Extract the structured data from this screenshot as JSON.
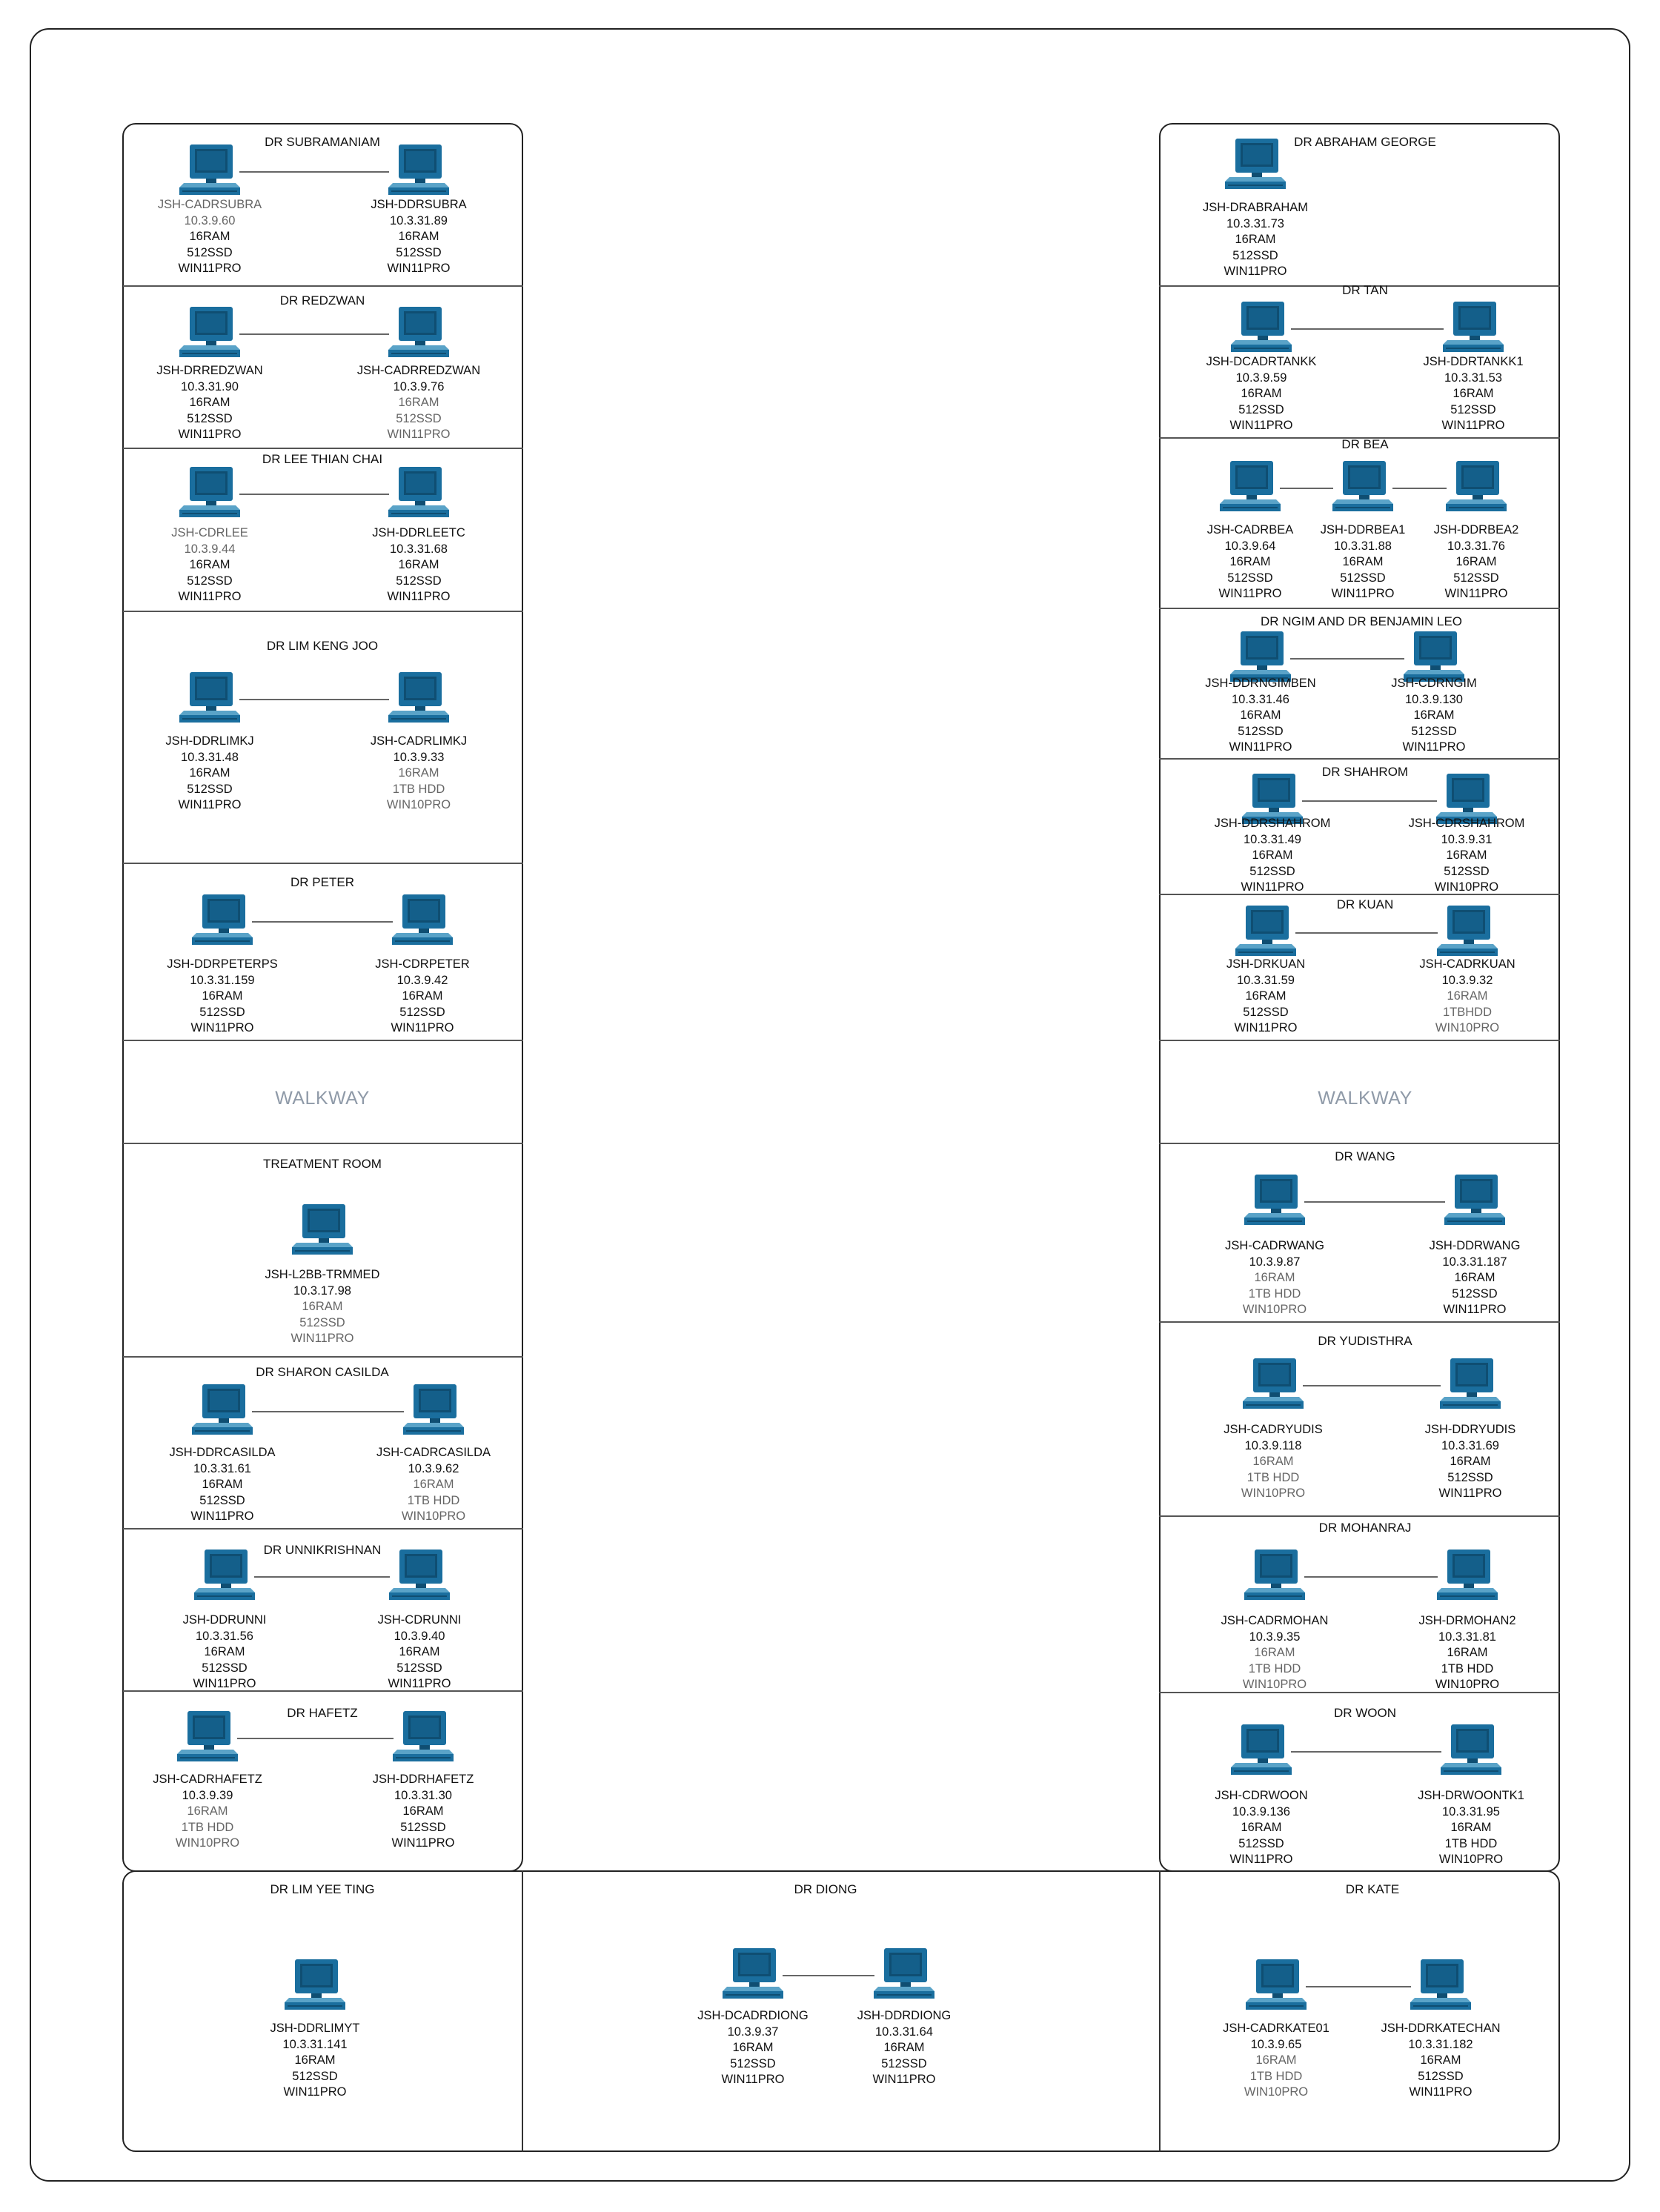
{
  "colors": {
    "pc": "#1a6e9e",
    "pc_dark": "#0f4e72",
    "pc_light": "#5aa3c8",
    "walkway": "#8f9aa8"
  },
  "icons": {
    "computer": "desktop-computer-icon"
  },
  "labels": {
    "walkway": "WALKWAY"
  },
  "rooms": [
    {
      "id": "dr-subramaniam",
      "title": "DR SUBRAMANIAM",
      "computers": [
        {
          "lines": [
            "JSH-CADRSUBRA",
            "10.3.9.60",
            "16RAM",
            "512SSD",
            "WIN11PRO"
          ],
          "gray": [
            0,
            1
          ]
        },
        {
          "lines": [
            "JSH-DDRSUBRA",
            "10.3.31.89",
            "16RAM",
            "512SSD",
            "WIN11PRO"
          ],
          "gray": []
        }
      ]
    },
    {
      "id": "dr-redzwan",
      "title": "DR REDZWAN",
      "computers": [
        {
          "lines": [
            "JSH-DRREDZWAN",
            "10.3.31.90",
            "16RAM",
            "512SSD",
            "WIN11PRO"
          ],
          "gray": []
        },
        {
          "lines": [
            "JSH-CADRREDZWAN",
            "10.3.9.76",
            "16RAM",
            "512SSD",
            "WIN11PRO"
          ],
          "gray": [
            2,
            3,
            4
          ]
        }
      ]
    },
    {
      "id": "dr-lee-thian-chai",
      "title": "DR LEE THIAN CHAI",
      "computers": [
        {
          "lines": [
            "JSH-CDRLEE",
            "10.3.9.44",
            "16RAM",
            "512SSD",
            "WIN11PRO"
          ],
          "gray": [
            0,
            1
          ]
        },
        {
          "lines": [
            "JSH-DDRLEETC",
            "10.3.31.68",
            "16RAM",
            "512SSD",
            "WIN11PRO"
          ],
          "gray": []
        }
      ]
    },
    {
      "id": "dr-lim-keng-joo",
      "title": "DR LIM KENG JOO",
      "computers": [
        {
          "lines": [
            "JSH-DDRLIMKJ",
            "10.3.31.48",
            "16RAM",
            "512SSD",
            "WIN11PRO"
          ],
          "gray": []
        },
        {
          "lines": [
            "JSH-CADRLIMKJ",
            "10.3.9.33",
            "16RAM",
            "1TB HDD",
            "WIN10PRO"
          ],
          "gray": [
            2,
            3,
            4
          ]
        }
      ]
    },
    {
      "id": "dr-peter",
      "title": "DR PETER",
      "computers": [
        {
          "lines": [
            "JSH-DDRPETERPS",
            "10.3.31.159",
            "16RAM",
            "512SSD",
            "WIN11PRO"
          ],
          "gray": []
        },
        {
          "lines": [
            "JSH-CDRPETER",
            "10.3.9.42",
            "16RAM",
            "512SSD",
            "WIN11PRO"
          ],
          "gray": []
        }
      ]
    },
    {
      "id": "treatment-room",
      "title": "TREATMENT ROOM",
      "computers": [
        {
          "lines": [
            "JSH-L2BB-TRMMED",
            "10.3.17.98",
            "16RAM",
            "512SSD",
            "WIN11PRO"
          ],
          "gray": [
            2,
            3,
            4
          ]
        }
      ]
    },
    {
      "id": "dr-sharon-casilda",
      "title": "DR SHARON CASILDA",
      "computers": [
        {
          "lines": [
            "JSH-DDRCASILDA",
            "10.3.31.61",
            "16RAM",
            "512SSD",
            "WIN11PRO"
          ],
          "gray": []
        },
        {
          "lines": [
            "JSH-CADRCASILDA",
            "10.3.9.62",
            "16RAM",
            "1TB HDD",
            "WIN10PRO"
          ],
          "gray": [
            2,
            3,
            4
          ]
        }
      ]
    },
    {
      "id": "dr-unnikrishnan",
      "title": "DR UNNIKRISHNAN",
      "computers": [
        {
          "lines": [
            "JSH-DDRUNNI",
            "10.3.31.56",
            "16RAM",
            "512SSD",
            "WIN11PRO"
          ],
          "gray": []
        },
        {
          "lines": [
            "JSH-CDRUNNI",
            "10.3.9.40",
            "16RAM",
            "512SSD",
            "WIN11PRO"
          ],
          "gray": []
        }
      ]
    },
    {
      "id": "dr-hafetz",
      "title": "DR HAFETZ",
      "computers": [
        {
          "lines": [
            "JSH-CADRHAFETZ",
            "10.3.9.39",
            "16RAM",
            "1TB HDD",
            "WIN10PRO"
          ],
          "gray": [
            2,
            3,
            4
          ]
        },
        {
          "lines": [
            "JSH-DDRHAFETZ",
            "10.3.31.30",
            "16RAM",
            "512SSD",
            "WIN11PRO"
          ],
          "gray": []
        }
      ]
    },
    {
      "id": "dr-lim-yee-ting",
      "title": "DR LIM YEE TING",
      "computers": [
        {
          "lines": [
            "JSH-DDRLIMYT",
            "10.3.31.141",
            "16RAM",
            "512SSD",
            "WIN11PRO"
          ],
          "gray": []
        }
      ]
    },
    {
      "id": "dr-diong",
      "title": "DR DIONG",
      "computers": [
        {
          "lines": [
            "JSH-DCADRDIONG",
            "10.3.9.37",
            "16RAM",
            "512SSD",
            "WIN11PRO"
          ],
          "gray": []
        },
        {
          "lines": [
            "JSH-DDRDIONG",
            "10.3.31.64",
            "16RAM",
            "512SSD",
            "WIN11PRO"
          ],
          "gray": []
        }
      ]
    },
    {
      "id": "dr-kate",
      "title": "DR KATE",
      "computers": [
        {
          "lines": [
            "JSH-CADRKATE01",
            "10.3.9.65",
            "16RAM",
            "1TB HDD",
            "WIN10PRO"
          ],
          "gray": [
            2,
            3,
            4
          ]
        },
        {
          "lines": [
            "JSH-DDRKATECHAN",
            "10.3.31.182",
            "16RAM",
            "512SSD",
            "WIN11PRO"
          ],
          "gray": []
        }
      ]
    },
    {
      "id": "dr-abraham-george",
      "title": "DR ABRAHAM GEORGE",
      "computers": [
        {
          "lines": [
            "JSH-DRABRAHAM",
            "10.3.31.73",
            "16RAM",
            "512SSD",
            "WIN11PRO"
          ],
          "gray": []
        }
      ]
    },
    {
      "id": "dr-tan",
      "title": "DR TAN",
      "computers": [
        {
          "lines": [
            "JSH-DCADRTANKK",
            "10.3.9.59",
            "16RAM",
            "512SSD",
            "WIN11PRO"
          ],
          "gray": []
        },
        {
          "lines": [
            "JSH-DDRTANKK1",
            "10.3.31.53",
            "16RAM",
            "512SSD",
            "WIN11PRO"
          ],
          "gray": []
        }
      ]
    },
    {
      "id": "dr-bea",
      "title": "DR BEA",
      "computers": [
        {
          "lines": [
            "JSH-CADRBEA",
            "10.3.9.64",
            "16RAM",
            "512SSD",
            "WIN11PRO"
          ],
          "gray": []
        },
        {
          "lines": [
            "JSH-DDRBEA1",
            "10.3.31.88",
            "16RAM",
            "512SSD",
            "WIN11PRO"
          ],
          "gray": []
        },
        {
          "lines": [
            "JSH-DDRBEA2",
            "10.3.31.76",
            "16RAM",
            "512SSD",
            "WIN11PRO"
          ],
          "gray": []
        }
      ]
    },
    {
      "id": "dr-ngim-benjamin-leo",
      "title": "DR NGIM AND DR BENJAMIN LEO",
      "computers": [
        {
          "lines": [
            "JSH-DDRNGIMBEN",
            "10.3.31.46",
            "16RAM",
            "512SSD",
            "WIN11PRO"
          ],
          "gray": []
        },
        {
          "lines": [
            "JSH-CDRNGIM",
            "10.3.9.130",
            "16RAM",
            "512SSD",
            "WIN11PRO"
          ],
          "gray": []
        }
      ]
    },
    {
      "id": "dr-shahrom",
      "title": "DR SHAHROM",
      "computers": [
        {
          "lines": [
            "JSH-DDRSHAHROM",
            "10.3.31.49",
            "16RAM",
            "512SSD",
            "WIN11PRO"
          ],
          "gray": []
        },
        {
          "lines": [
            "JSH-CDRSHAHROM",
            "10.3.9.31",
            "16RAM",
            "512SSD",
            "WIN10PRO"
          ],
          "gray": []
        }
      ]
    },
    {
      "id": "dr-kuan",
      "title": "DR KUAN",
      "computers": [
        {
          "lines": [
            "JSH-DRKUAN",
            "10.3.31.59",
            "16RAM",
            "512SSD",
            "WIN11PRO"
          ],
          "gray": []
        },
        {
          "lines": [
            "JSH-CADRKUAN",
            "10.3.9.32",
            "16RAM",
            "1TBHDD",
            "WIN10PRO"
          ],
          "gray": [
            2,
            3,
            4
          ]
        }
      ]
    },
    {
      "id": "dr-wang",
      "title": "DR WANG",
      "computers": [
        {
          "lines": [
            "JSH-CADRWANG",
            "10.3.9.87",
            "16RAM",
            "1TB HDD",
            "WIN10PRO"
          ],
          "gray": [
            2,
            3,
            4
          ]
        },
        {
          "lines": [
            "JSH-DDRWANG",
            "10.3.31.187",
            "16RAM",
            "512SSD",
            "WIN11PRO"
          ],
          "gray": []
        }
      ]
    },
    {
      "id": "dr-yudisthra",
      "title": "DR YUDISTHRA",
      "computers": [
        {
          "lines": [
            "JSH-CADRYUDIS",
            "10.3.9.118",
            "16RAM",
            "1TB HDD",
            "WIN10PRO"
          ],
          "gray": [
            2,
            3,
            4
          ]
        },
        {
          "lines": [
            "JSH-DDRYUDIS",
            "10.3.31.69",
            "16RAM",
            "512SSD",
            "WIN11PRO"
          ],
          "gray": []
        }
      ]
    },
    {
      "id": "dr-mohanraj",
      "title": "DR MOHANRAJ",
      "computers": [
        {
          "lines": [
            "JSH-CADRMOHAN",
            "10.3.9.35",
            "16RAM",
            "1TB HDD",
            "WIN10PRO"
          ],
          "gray": [
            2,
            3,
            4
          ]
        },
        {
          "lines": [
            "JSH-DRMOHAN2",
            "10.3.31.81",
            "16RAM",
            "1TB HDD",
            "WIN10PRO"
          ],
          "gray": []
        }
      ]
    },
    {
      "id": "dr-woon",
      "title": "DR WOON",
      "computers": [
        {
          "lines": [
            "JSH-CDRWOON",
            "10.3.9.136",
            "16RAM",
            "512SSD",
            "WIN11PRO"
          ],
          "gray": []
        },
        {
          "lines": [
            "JSH-DRWOONTK1",
            "10.3.31.95",
            "16RAM",
            "1TB HDD",
            "WIN10PRO"
          ],
          "gray": []
        }
      ]
    }
  ]
}
